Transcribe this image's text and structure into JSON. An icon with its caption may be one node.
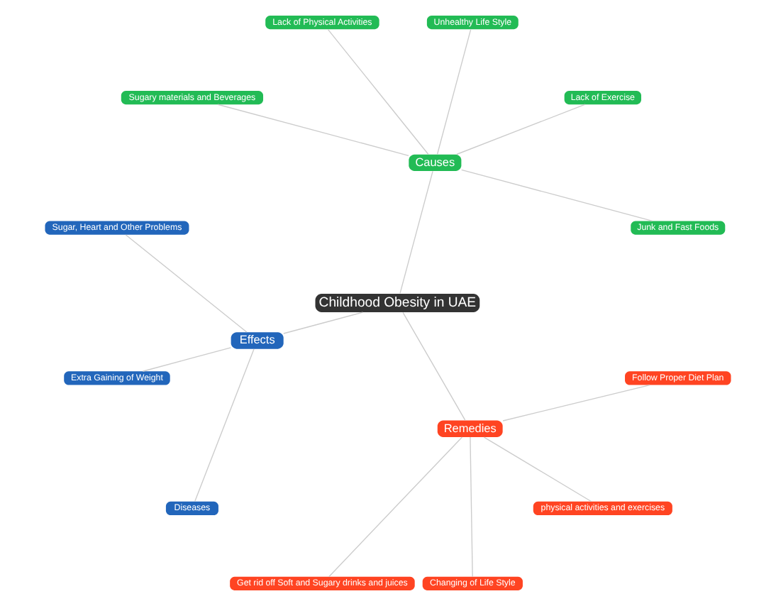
{
  "diagram": {
    "nodes": [
      {
        "text": [
          "Childhood Obesity in UAE"
        ]
      },
      {
        "text": [
          "Causes"
        ]
      },
      {
        "text": [
          "Junk and Fast Foods"
        ]
      },
      {
        "text": [
          "Lack of Exercise"
        ]
      },
      {
        "text": [
          "Unhealthy Life Style"
        ]
      },
      {
        "text": [
          "Lack of Physical Activities"
        ]
      },
      {
        "text": [
          "Sugary materials and Beverages"
        ]
      },
      {
        "text": [
          "Effects"
        ]
      },
      {
        "text": [
          "Sugar, Heart and Other Problems"
        ]
      },
      {
        "text": [
          "Extra Gaining of Weight"
        ]
      },
      {
        "text": [
          "Diseases"
        ]
      },
      {
        "text": [
          "Remedies"
        ]
      },
      {
        "text": [
          "Get rid off Soft and Sugary drinks and juices"
        ]
      },
      {
        "text": [
          "Changing of Life Style"
        ]
      },
      {
        "text": [
          "physical activities and exercises"
        ]
      },
      {
        "text": [
          "Follow Proper Diet Plan"
        ]
      }
    ],
    "edges": [
      {
        "from": 0,
        "to": 1,
        "arrow": "none"
      },
      {
        "from": 1,
        "to": 2,
        "arrow": "none"
      },
      {
        "from": 1,
        "to": 3,
        "arrow": "none"
      },
      {
        "from": 1,
        "to": 4,
        "arrow": "none"
      },
      {
        "from": 1,
        "to": 5,
        "arrow": "none"
      },
      {
        "from": 1,
        "to": 6,
        "arrow": "none"
      },
      {
        "from": 0,
        "to": 7,
        "arrow": "none"
      },
      {
        "from": 7,
        "to": 8,
        "arrow": "none"
      },
      {
        "from": 7,
        "to": 9,
        "arrow": "none"
      },
      {
        "from": 7,
        "to": 10,
        "arrow": "none"
      },
      {
        "from": 0,
        "to": 11,
        "arrow": "none"
      },
      {
        "from": 11,
        "to": 12,
        "arrow": "none"
      },
      {
        "from": 11,
        "to": 13,
        "arrow": "none"
      },
      {
        "from": 11,
        "to": 14,
        "arrow": "none"
      },
      {
        "from": 11,
        "to": 15,
        "arrow": "none"
      }
    ]
  }
}
